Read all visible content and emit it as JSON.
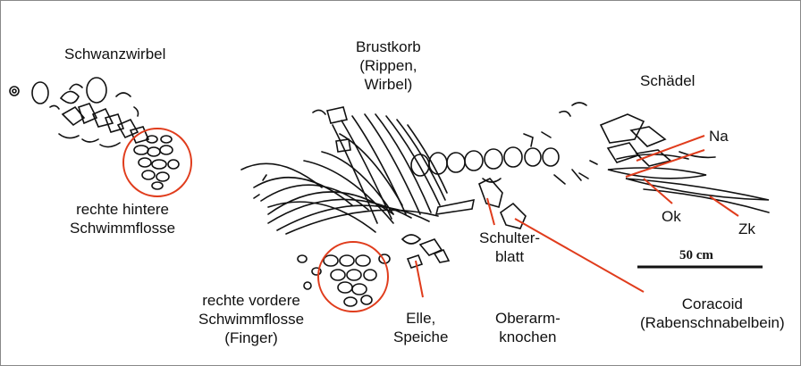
{
  "labels": {
    "schwanzwirbel": "Schwanzwirbel",
    "brustkorb": [
      "Brustkorb",
      "(Rippen,",
      "Wirbel)"
    ],
    "schaedel": "Schädel",
    "na": "Na",
    "ok": "Ok",
    "zk": "Zk",
    "hintere": [
      "rechte hintere",
      "Schwimmflosse"
    ],
    "vordere": [
      "rechte vordere",
      "Schwimmflosse",
      "(Finger)"
    ],
    "elle": [
      "Elle,",
      "Speiche"
    ],
    "oberarm": [
      "Oberarm-",
      "knochen"
    ],
    "schulter": [
      "Schulter-",
      "blatt"
    ],
    "coracoid": [
      "Coracoid",
      "(Rabenschnabelbein)"
    ]
  },
  "scale_bar": {
    "label": "50 cm"
  },
  "colors": {
    "annotation": "#e03c1c",
    "outline": "#111111"
  }
}
